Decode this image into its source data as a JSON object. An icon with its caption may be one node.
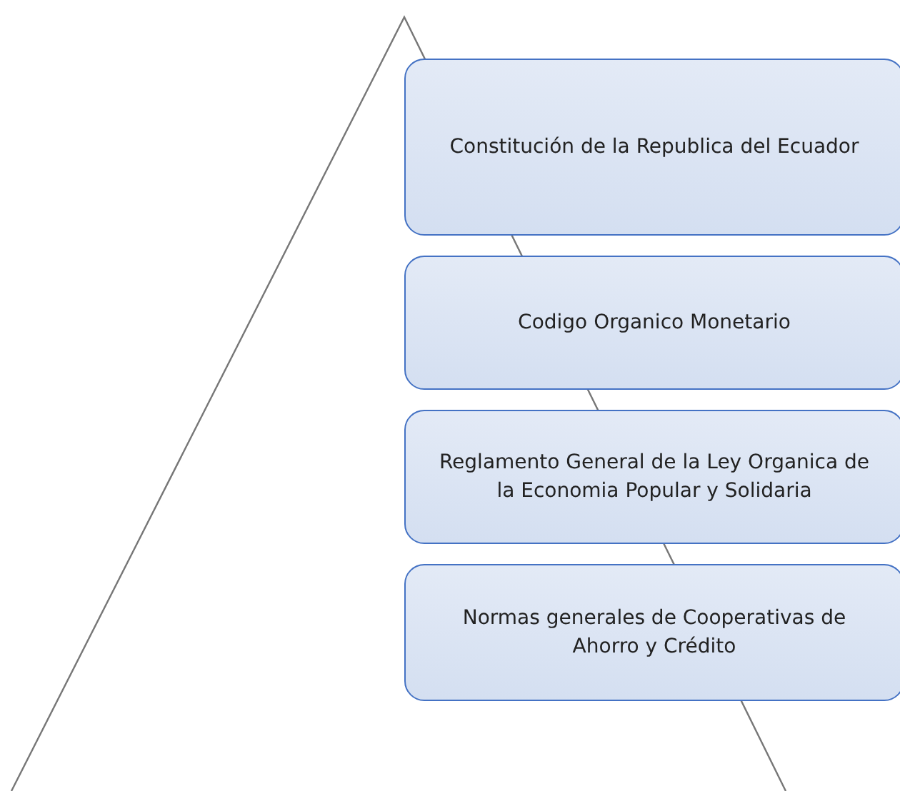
{
  "diagram": {
    "nodes": [
      {
        "text": [
          "Constitución de la Republica del Ecuador"
        ]
      },
      {
        "text": [
          "Codigo Organico Monetario"
        ]
      },
      {
        "text": [
          "Reglamento General de la Ley Organica de la Economia Popular y Solidaria"
        ]
      },
      {
        "text": [
          "Normas generales de Cooperativas de Ahorro y Crédito"
        ]
      }
    ]
  }
}
